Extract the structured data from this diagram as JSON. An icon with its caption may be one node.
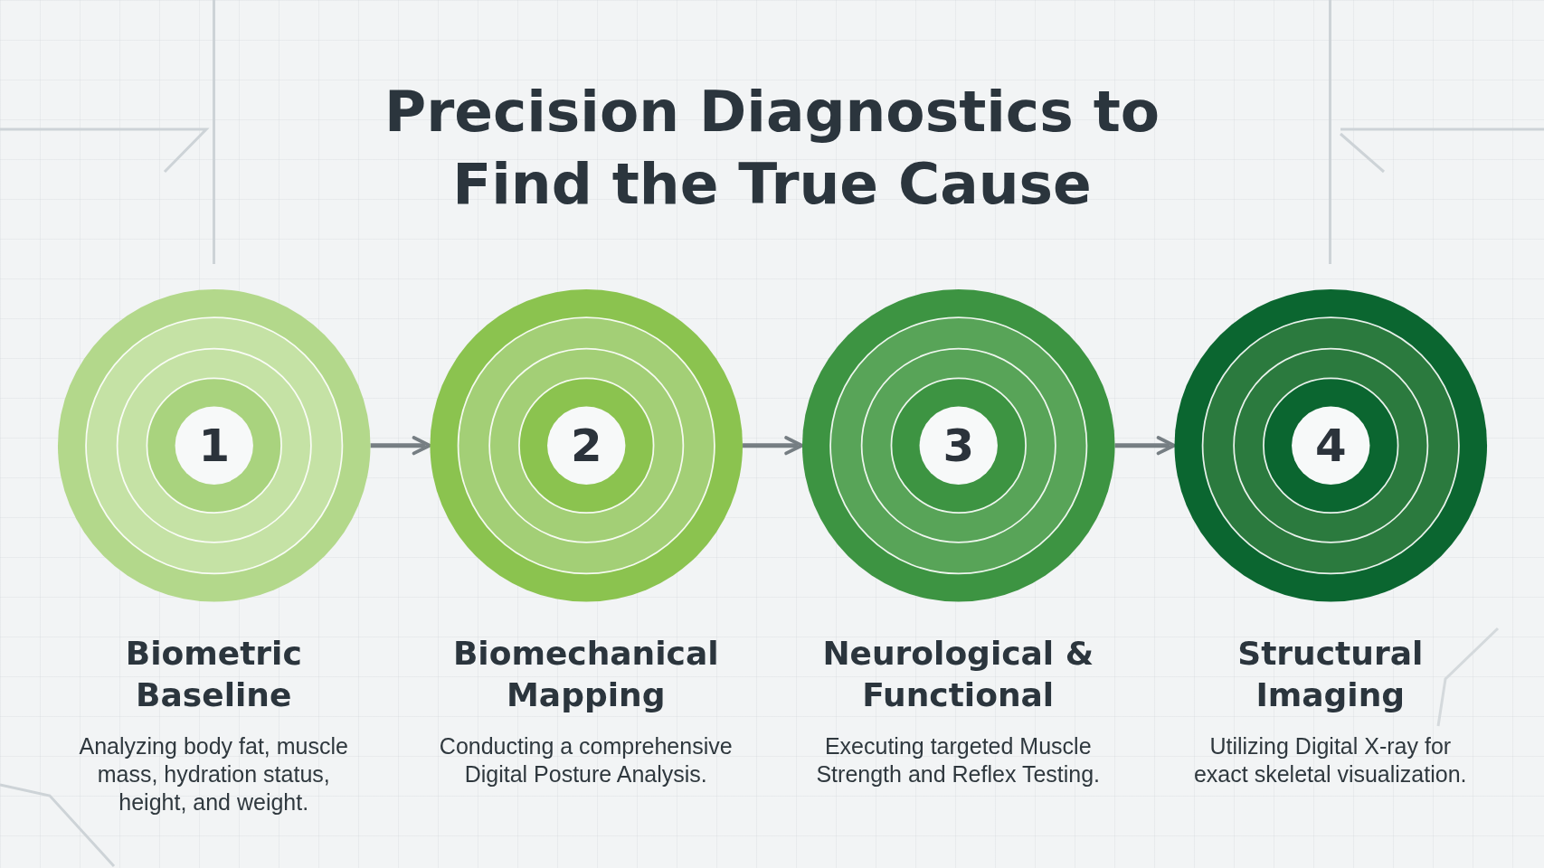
{
  "diagram": {
    "title": "Precision Diagnostics to Find the True Cause",
    "nodes": [
      {
        "text": [
          "1"
        ],
        "beside": [
          "Biometric Baseline",
          "Analyzing body fat, muscle mass, hydration status, height, and weight."
        ]
      },
      {
        "text": [
          "2"
        ],
        "beside": [
          "Biomechanical Mapping",
          "Conducting a comprehensive Digital Posture Analysis."
        ]
      },
      {
        "text": [
          "3"
        ],
        "beside": [
          "Neurological & Functional",
          "Executing targeted Muscle Strength and Reflex Testing."
        ]
      },
      {
        "text": [
          "4"
        ],
        "beside": [
          "Structural Imaging",
          "Utilizing Digital X-ray for exact skeletal visualization."
        ]
      }
    ],
    "edges": [
      {
        "from": 0,
        "to": 1,
        "arrow": "to"
      },
      {
        "from": 1,
        "to": 2,
        "arrow": "to"
      },
      {
        "from": 2,
        "to": 3,
        "arrow": "to"
      }
    ]
  }
}
